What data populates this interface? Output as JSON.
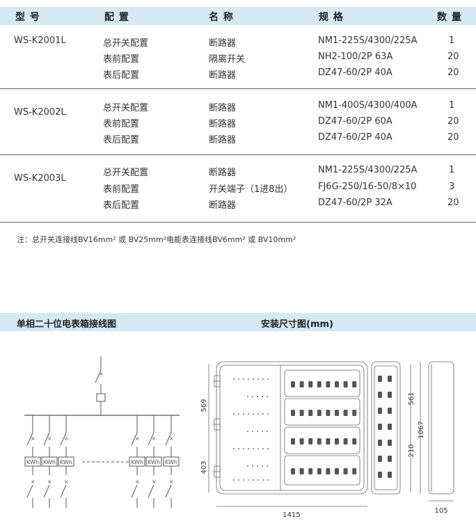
{
  "table": {
    "headers": [
      "型 号",
      "配 置",
      "名 称",
      "规 格",
      "数 量"
    ],
    "groups": [
      {
        "model": "WS-K2001L",
        "rows": [
          {
            "config": "总开关配置",
            "name": "断路器",
            "spec": "NM1-225S/4300/225A",
            "qty": "1"
          },
          {
            "config": "表前配置",
            "name": "隔离开关",
            "spec": "NH2-100/2P 63A",
            "qty": "20"
          },
          {
            "config": "表后配置",
            "name": "断路器",
            "spec": "DZ47-60/2P 40A",
            "qty": "20"
          }
        ]
      },
      {
        "model": "WS-K2002L",
        "rows": [
          {
            "config": "总开关配置",
            "name": "断路器",
            "spec": "NM1-400S/4300/400A",
            "qty": "1"
          },
          {
            "config": "表前配置",
            "name": "断路器",
            "spec": "DZ47-60/2P 60A",
            "qty": "20"
          },
          {
            "config": "表后配置",
            "name": "断路器",
            "spec": "DZ47-60/2P 40A",
            "qty": "20"
          }
        ]
      },
      {
        "model": "WS-K2003L",
        "rows": [
          {
            "config": "总开关配置",
            "name": "断路器",
            "spec": "NM1-225S/4300/225A",
            "qty": "1"
          },
          {
            "config": "表前配置",
            "name": "开关端子（1进8出）",
            "spec": "FJ6G-250/16-50/8×10",
            "qty": "3"
          },
          {
            "config": "表后配置",
            "name": "断路器",
            "spec": "DZ47-60/2P 32A",
            "qty": "20"
          }
        ]
      }
    ]
  },
  "note": "注：总开关连接线BV16mm² 或 BV25mm²电能表连接线BV6mm² 或 BV10mm²",
  "section_titles": {
    "wiring": "单相二十位电表箱接线图",
    "dimensions": "安装尺寸图(mm)"
  },
  "wiring_diagram": {
    "meter_label": "KWh"
  },
  "dimensions": {
    "width": "1415",
    "depth": "105",
    "height": "1067",
    "left_upper": "569",
    "left_lower": "403",
    "right_upper": "561",
    "right_lower": "210"
  },
  "colors": {
    "header_bar": "#d5e9f4",
    "drawing_line": "#555555"
  }
}
